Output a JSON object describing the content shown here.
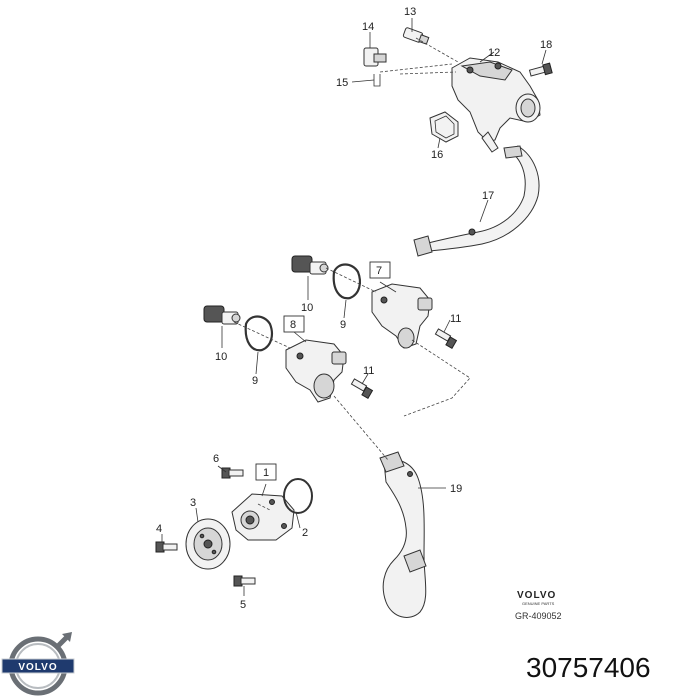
{
  "labels": {
    "l1": "1",
    "l2": "2",
    "l3": "3",
    "l4": "4",
    "l5": "5",
    "l6": "6",
    "l7": "7",
    "l8": "8",
    "l9a": "9",
    "l9b": "9",
    "l10a": "10",
    "l10b": "10",
    "l11a": "11",
    "l11b": "11",
    "l12": "12",
    "l13": "13",
    "l14": "14",
    "l15": "15",
    "l16": "16",
    "l17": "17",
    "l18": "18",
    "l19": "19"
  },
  "brand": {
    "name": "VOLVO",
    "subtitle": "GENUINE PARTS",
    "reference": "GR-409052",
    "logo_text": "VOLVO"
  },
  "part_number": "30757406"
}
